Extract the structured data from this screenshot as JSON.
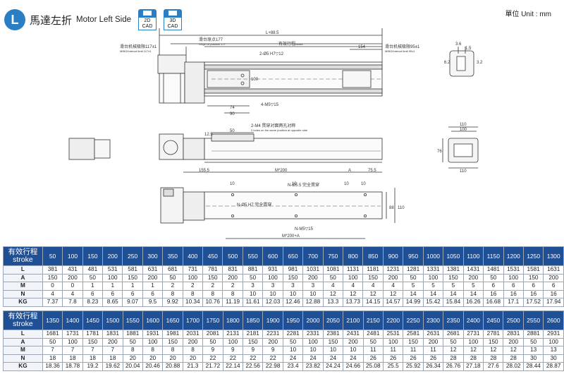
{
  "header": {
    "badge": "L",
    "title_zh": "馬達左折",
    "title_en": "Motor Left Side",
    "cad_2d": "2D\nCAD",
    "cad_3d": "3D\nCAD",
    "unit": "單位 Unit : mm"
  },
  "drawing": {
    "top_total": "L+88.5",
    "origin_zh": "滑台原点177",
    "origin_en": "Origin of position 177",
    "limit_left_zh": "滑台机械极限117±1",
    "limit_left_en": "MIBO/Interval limit 117±1",
    "stroke_zh": "有效行程",
    "stroke_en": "Stroke",
    "limit_right_zh": "滑台机械极限95±1",
    "limit_right_en": "MIBO/Interval limit 95±1",
    "dim_154": "154",
    "hole_2d": "2-Ø5 H7▽12",
    "dim_100": "100",
    "dim_74": "74",
    "dim_90": "90",
    "m5": "4-M5▽15",
    "side_m4": "2-M4 贯穿对面两孔对称",
    "side_m4_en": "2 holes on the same position at opposite side",
    "dim_50": "50",
    "dim_125": "12.5",
    "end_110a": "110",
    "end_100": "100",
    "end_110b": "110",
    "end_76": "76",
    "sq_36": "3.6",
    "sq_15": "1.5",
    "sq_62": "6.2",
    "sq_32": "3.2",
    "base_1555": "155.5",
    "base_m200": "M*200",
    "base_a": "A",
    "base_755": "75.5",
    "base_10a": "10",
    "base_10b": "10",
    "base_10c": "10",
    "base_10d": "10",
    "base_n55": "N-Ø5.5 完全貫穿",
    "base_n5h7": "N-Ø5 H7 完全貫穿",
    "base_nm5": "N-M5▽15",
    "base_88": "88",
    "base_110": "110",
    "base_bottom": "M*200+A"
  },
  "table1": {
    "head_zh": "有效行程",
    "head_en": "stroke",
    "strokes": [
      "50",
      "100",
      "150",
      "200",
      "250",
      "300",
      "350",
      "400",
      "450",
      "500",
      "550",
      "600",
      "650",
      "700",
      "750",
      "800",
      "850",
      "900",
      "950",
      "1000",
      "1050",
      "1100",
      "1150",
      "1200",
      "1250",
      "1300"
    ],
    "rows": [
      {
        "label": "L",
        "values": [
          "381",
          "431",
          "481",
          "531",
          "581",
          "631",
          "681",
          "731",
          "781",
          "831",
          "881",
          "931",
          "981",
          "1031",
          "1081",
          "1131",
          "1181",
          "1231",
          "1281",
          "1331",
          "1381",
          "1431",
          "1481",
          "1531",
          "1581",
          "1631"
        ]
      },
      {
        "label": "A",
        "values": [
          "150",
          "200",
          "50",
          "100",
          "150",
          "200",
          "50",
          "100",
          "150",
          "200",
          "50",
          "100",
          "150",
          "200",
          "50",
          "100",
          "150",
          "200",
          "50",
          "100",
          "150",
          "200",
          "50",
          "100",
          "150",
          "200"
        ]
      },
      {
        "label": "M",
        "values": [
          "0",
          "0",
          "1",
          "1",
          "1",
          "1",
          "2",
          "2",
          "2",
          "2",
          "3",
          "3",
          "3",
          "3",
          "4",
          "4",
          "4",
          "4",
          "5",
          "5",
          "5",
          "5",
          "6",
          "6",
          "6",
          "6"
        ]
      },
      {
        "label": "N",
        "values": [
          "4",
          "4",
          "6",
          "6",
          "6",
          "6",
          "8",
          "8",
          "8",
          "8",
          "10",
          "10",
          "10",
          "10",
          "12",
          "12",
          "12",
          "12",
          "14",
          "14",
          "14",
          "14",
          "16",
          "16",
          "16",
          "16"
        ]
      },
      {
        "label": "KG",
        "values": [
          "7.37",
          "7.8",
          "8.23",
          "8.65",
          "9.07",
          "9.5",
          "9.92",
          "10.34",
          "10.76",
          "11.19",
          "11.61",
          "12.03",
          "12.46",
          "12.88",
          "13.3",
          "13.73",
          "14.15",
          "14.57",
          "14.99",
          "15.42",
          "15.84",
          "16.26",
          "16.68",
          "17.1",
          "17.52",
          "17.94"
        ]
      }
    ]
  },
  "table2": {
    "head_zh": "有效行程",
    "head_en": "stroke",
    "strokes": [
      "1350",
      "1400",
      "1450",
      "1500",
      "1550",
      "1600",
      "1650",
      "1700",
      "1750",
      "1800",
      "1850",
      "1900",
      "1950",
      "2000",
      "2050",
      "2100",
      "2150",
      "2200",
      "2250",
      "2300",
      "2350",
      "2400",
      "2450",
      "2500",
      "2550",
      "2600"
    ],
    "rows": [
      {
        "label": "L",
        "values": [
          "1681",
          "1731",
          "1781",
          "1831",
          "1881",
          "1931",
          "1981",
          "2031",
          "2081",
          "2131",
          "2181",
          "2231",
          "2281",
          "2331",
          "2381",
          "2431",
          "2481",
          "2531",
          "2581",
          "2631",
          "2681",
          "2731",
          "2781",
          "2831",
          "2881",
          "2931"
        ]
      },
      {
        "label": "A",
        "values": [
          "50",
          "100",
          "150",
          "200",
          "50",
          "100",
          "150",
          "200",
          "50",
          "100",
          "150",
          "200",
          "50",
          "100",
          "150",
          "200",
          "50",
          "100",
          "150",
          "200",
          "50",
          "100",
          "150",
          "200",
          "50",
          "100"
        ]
      },
      {
        "label": "M",
        "values": [
          "7",
          "7",
          "7",
          "7",
          "8",
          "8",
          "8",
          "8",
          "9",
          "9",
          "9",
          "9",
          "10",
          "10",
          "10",
          "10",
          "11",
          "11",
          "11",
          "11",
          "12",
          "12",
          "12",
          "12",
          "13",
          "13"
        ]
      },
      {
        "label": "N",
        "values": [
          "18",
          "18",
          "18",
          "18",
          "20",
          "20",
          "20",
          "20",
          "22",
          "22",
          "22",
          "22",
          "24",
          "24",
          "24",
          "24",
          "26",
          "26",
          "26",
          "26",
          "28",
          "28",
          "28",
          "28",
          "30",
          "30"
        ]
      },
      {
        "label": "KG",
        "values": [
          "18.36",
          "18.78",
          "19.2",
          "19.62",
          "20.04",
          "20.46",
          "20.88",
          "21.3",
          "21.72",
          "22.14",
          "22.56",
          "22.98",
          "23.4",
          "23.82",
          "24.24",
          "24.66",
          "25.08",
          "25.5",
          "25.92",
          "26.34",
          "26.76",
          "27.18",
          "27.6",
          "28.02",
          "28.44",
          "28.87"
        ]
      }
    ]
  }
}
